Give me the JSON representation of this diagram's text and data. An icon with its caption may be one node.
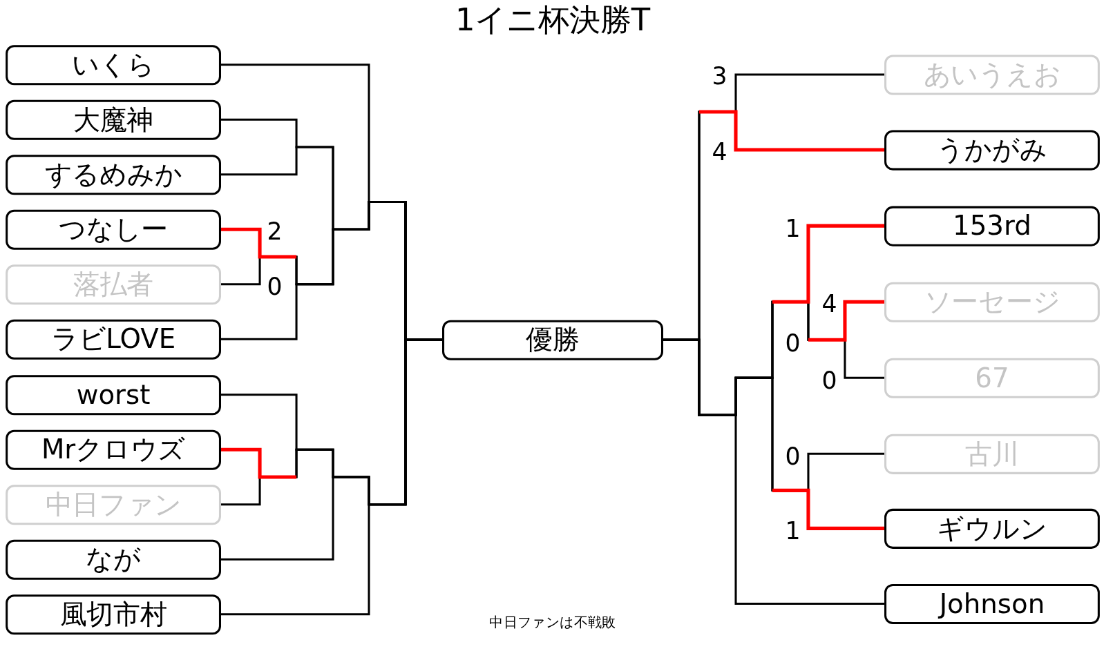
{
  "diagram": {
    "title": "1イニ杯決勝T",
    "nodes": [
      {
        "text": [
          "いくら"
        ]
      },
      {
        "text": [
          "大魔神"
        ]
      },
      {
        "text": [
          "するめみか"
        ]
      },
      {
        "text": [
          "つなしー"
        ]
      },
      {
        "text": [
          "落払者"
        ]
      },
      {
        "text": [
          "ラビLOVE"
        ]
      },
      {
        "text": [
          "worst"
        ]
      },
      {
        "text": [
          "Mrクロウズ"
        ]
      },
      {
        "text": [
          "中日ファン"
        ]
      },
      {
        "text": [
          "なが"
        ]
      },
      {
        "text": [
          "風切市村"
        ]
      },
      {
        "text": [
          "優勝"
        ]
      },
      {
        "text": [
          "あいうえお"
        ]
      },
      {
        "text": [
          "うかがみ"
        ]
      },
      {
        "text": [
          "153rd"
        ]
      },
      {
        "text": [
          "ソーセージ"
        ]
      },
      {
        "text": [
          "67"
        ]
      },
      {
        "text": [
          "古川"
        ]
      },
      {
        "text": [
          "ギウルン"
        ]
      },
      {
        "text": [
          "Johnson"
        ]
      }
    ],
    "edges": [
      {
        "from": 0,
        "to": 11,
        "arrow": "none"
      },
      {
        "from": 1,
        "to": 11,
        "arrow": "none"
      },
      {
        "from": 2,
        "to": 11,
        "arrow": "none"
      },
      {
        "from": 3,
        "to": 11,
        "arrow": "none"
      },
      {
        "from": 4,
        "to": 11,
        "arrow": "none"
      },
      {
        "from": 5,
        "to": 11,
        "arrow": "none"
      },
      {
        "from": 6,
        "to": 11,
        "arrow": "none"
      },
      {
        "from": 7,
        "to": 11,
        "arrow": "none"
      },
      {
        "from": 8,
        "to": 11,
        "arrow": "none"
      },
      {
        "from": 9,
        "to": 11,
        "arrow": "none"
      },
      {
        "from": 10,
        "to": 11,
        "arrow": "none"
      },
      {
        "from": 12,
        "to": 11,
        "arrow": "none"
      },
      {
        "from": 13,
        "to": 11,
        "arrow": "none"
      },
      {
        "from": 14,
        "to": 11,
        "arrow": "none"
      },
      {
        "from": 15,
        "to": 11,
        "arrow": "none"
      },
      {
        "from": 16,
        "to": 11,
        "arrow": "none"
      },
      {
        "from": 17,
        "to": 11,
        "arrow": "none"
      },
      {
        "from": 18,
        "to": 11,
        "arrow": "none"
      },
      {
        "from": 19,
        "to": 11,
        "arrow": "none"
      }
    ],
    "labels": [
      "2",
      "0",
      "3",
      "4",
      "1",
      "4",
      "0",
      "0",
      "0",
      "1"
    ],
    "caption": "中日ファンは不戦敗"
  }
}
